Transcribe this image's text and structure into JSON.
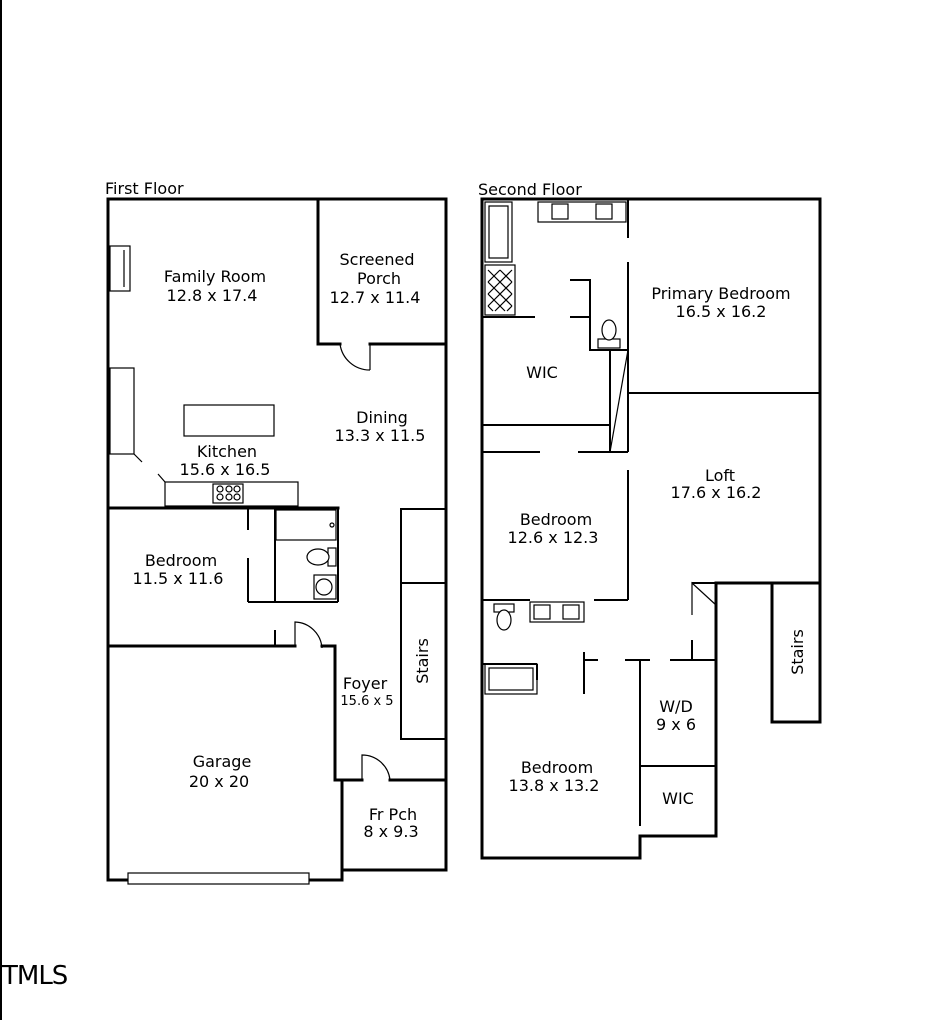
{
  "floors": [
    {
      "title": "First Floor",
      "rooms": [
        {
          "name": "Family Room",
          "dims": "12.8 x 17.4"
        },
        {
          "name": "Screened",
          "name2": "Porch",
          "dims": "12.7 x 11.4"
        },
        {
          "name": "Dining",
          "dims": "13.3 x 11.5"
        },
        {
          "name": "Kitchen",
          "dims": "15.6 x 16.5"
        },
        {
          "name": "Bedroom",
          "dims": "11.5 x 11.6"
        },
        {
          "name": "Stairs"
        },
        {
          "name": "Foyer",
          "dims": "15.6 x 5"
        },
        {
          "name": "Garage",
          "dims": "20 x 20"
        },
        {
          "name": "Fr Pch",
          "dims": "8 x 9.3"
        }
      ]
    },
    {
      "title": "Second Floor",
      "rooms": [
        {
          "name": "Primary Bedroom",
          "dims": "16.5 x 16.2"
        },
        {
          "name": "WIC"
        },
        {
          "name": "Loft",
          "dims": "17.6 x 16.2"
        },
        {
          "name": "Bedroom",
          "dims": "12.6 x 12.3"
        },
        {
          "name": "Stairs"
        },
        {
          "name": "W/D",
          "dims": "9 x 6"
        },
        {
          "name": "Bedroom",
          "dims": "13.8 x 13.2"
        },
        {
          "name": "WIC"
        }
      ]
    }
  ],
  "logo": "TMLS"
}
